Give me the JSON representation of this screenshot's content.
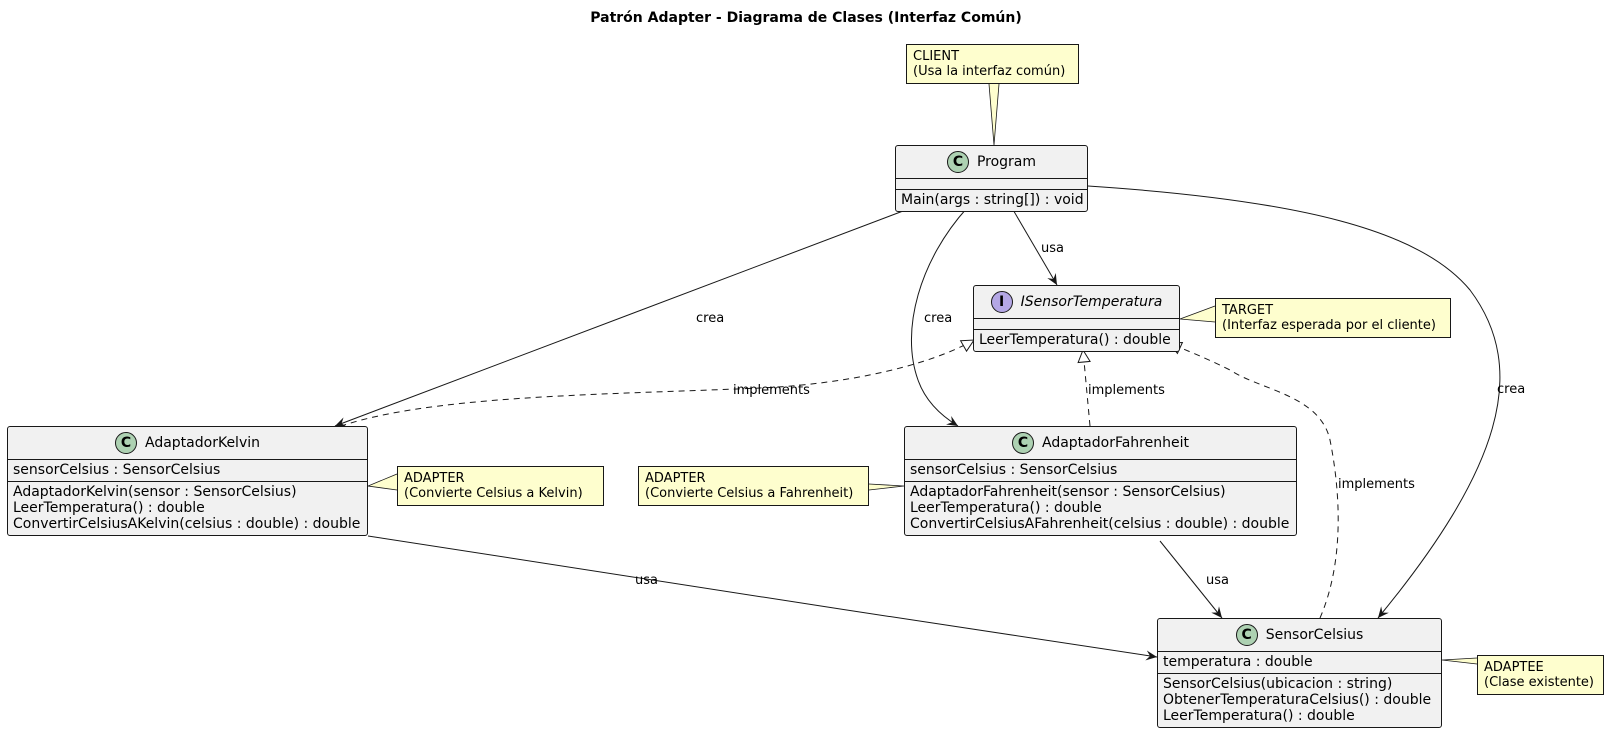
{
  "title": "Patrón Adapter - Diagrama de Clases (Interfaz Común)",
  "classes": {
    "program": {
      "badge": "C",
      "name": "Program",
      "fields": [],
      "methods": [
        "Main(args : string[]) : void"
      ]
    },
    "isensor": {
      "badge": "I",
      "name": "ISensorTemperatura",
      "fields": [],
      "methods": [
        "LeerTemperatura() : double"
      ]
    },
    "kelvin": {
      "badge": "C",
      "name": "AdaptadorKelvin",
      "fields": [
        "sensorCelsius : SensorCelsius"
      ],
      "methods": [
        "AdaptadorKelvin(sensor : SensorCelsius)",
        "LeerTemperatura() : double",
        "ConvertirCelsiusAKelvin(celsius : double) : double"
      ]
    },
    "fahrenheit": {
      "badge": "C",
      "name": "AdaptadorFahrenheit",
      "fields": [
        "sensorCelsius : SensorCelsius"
      ],
      "methods": [
        "AdaptadorFahrenheit(sensor : SensorCelsius)",
        "LeerTemperatura() : double",
        "ConvertirCelsiusAFahrenheit(celsius : double) : double"
      ]
    },
    "celsius": {
      "badge": "C",
      "name": "SensorCelsius",
      "fields": [
        "temperatura : double"
      ],
      "methods": [
        "SensorCelsius(ubicacion : string)",
        "ObtenerTemperaturaCelsius() : double",
        "LeerTemperatura() : double"
      ]
    }
  },
  "notes": {
    "client": "CLIENT\n(Usa la interfaz común)",
    "target": "TARGET\n(Interfaz esperada por el cliente)",
    "adapter_kelvin": "ADAPTER\n(Convierte Celsius a Kelvin)",
    "adapter_fahrenheit": "ADAPTER\n(Convierte Celsius a Fahrenheit)",
    "adaptee": "ADAPTEE\n(Clase existente)"
  },
  "edge_labels": {
    "program_isensor": "usa",
    "program_kelvin": "crea",
    "program_fahrenheit": "crea",
    "program_celsius": "crea",
    "kelvin_isensor": "implements",
    "fahrenheit_isensor": "implements",
    "celsius_isensor": "implements",
    "kelvin_celsius": "usa",
    "fahrenheit_celsius": "usa"
  },
  "colors": {
    "class_fill": "#f1f1f1",
    "class_badge": "#add1b2",
    "interface_badge": "#b4a7e5",
    "note_fill": "#fefece",
    "border": "#181818"
  }
}
